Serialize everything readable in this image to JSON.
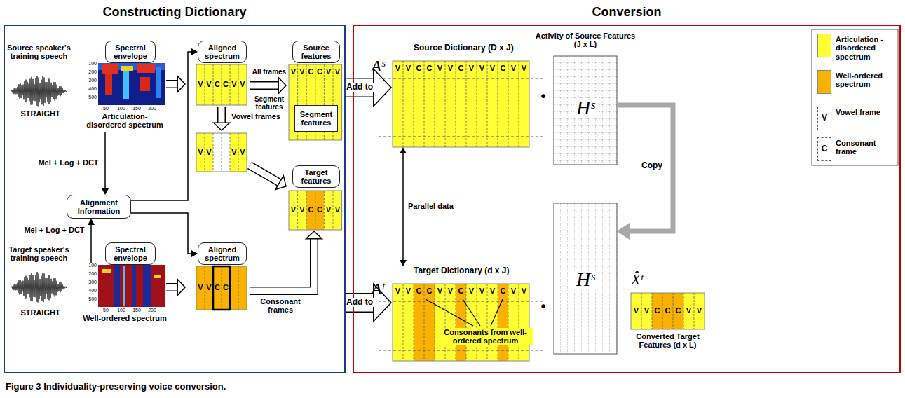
{
  "diagram": {
    "caption": "Figure 3 Individuality-preserving voice conversion.",
    "nodes": [
      {
        "text": [
          "Constructing Dictionary"
        ]
      },
      {
        "text": [
          "Spectral envelope"
        ],
        "in": 0
      },
      {
        "text": [
          "Articulation-disordered spectrum"
        ],
        "in": 0
      },
      {
        "text": [
          "Aligned spectrum"
        ],
        "in": 0
      },
      {
        "text": [
          "Source features"
        ],
        "in": 0
      },
      {
        "text": [
          "Segment features"
        ],
        "in": 0
      },
      {
        "text": [
          "Alignment Information"
        ],
        "in": 0
      },
      {
        "text": [
          "Spectral envelope"
        ],
        "in": 0
      },
      {
        "text": [
          "Well-ordered spectrum"
        ],
        "in": 0
      },
      {
        "text": [
          "Aligned spectrum"
        ],
        "in": 0
      },
      {
        "text": [
          "Target features"
        ],
        "in": 0
      },
      {
        "text": [
          "Conversion"
        ]
      },
      {
        "text": [
          "Aˢ",
          "Source Dictionary (D x J)"
        ],
        "in": 11
      },
      {
        "text": [
          "Activity of Source Features (J x L)",
          "Hˢ"
        ],
        "in": 11
      },
      {
        "text": [
          "Aᵗ",
          "Target Dictionary (d x J)"
        ],
        "in": 11
      },
      {
        "text": [
          "Hˢ"
        ],
        "in": 11
      },
      {
        "text": [
          "X̂ᵗ",
          "Converted Target Features (d x L)"
        ],
        "in": 11
      }
    ],
    "edges": [
      {
        "from": 2,
        "to": 6,
        "label": "Mel + Log + DCT",
        "arrow": "to"
      },
      {
        "from": 8,
        "to": 6,
        "label": "Mel + Log + DCT",
        "arrow": "to"
      },
      {
        "from": 6,
        "to": 3,
        "arrow": "to"
      },
      {
        "from": 6,
        "to": 9,
        "arrow": "to"
      },
      {
        "from": 12,
        "to": 14,
        "label": "Parallel data",
        "arrow": "both"
      },
      {
        "from": 13,
        "to": 15,
        "label": "Copy",
        "arrow": "to"
      }
    ],
    "labels": [
      "Source speaker's training speech",
      "STRAIGHT",
      "Target speaker's training speech",
      "STRAIGHT",
      "All frames",
      "Segment features",
      "Vowel frames",
      "Consonant frames",
      "Add to",
      "Add to",
      "Consonants from well-ordered spectrum",
      "•",
      "•",
      "100",
      "200",
      "300",
      "400",
      "500",
      "50",
      "100",
      "150",
      "200",
      "100",
      "200",
      "300",
      "400",
      "500",
      "50",
      "100",
      "150",
      "200",
      "V",
      "V",
      "C",
      "C",
      "V",
      "V",
      "V",
      "V",
      "C",
      "C",
      "V",
      "V",
      "V",
      "V",
      "V",
      "V",
      "V",
      "V",
      "C",
      "C",
      "V",
      "V",
      "C",
      "C",
      "V",
      "V",
      "V",
      "V",
      "C",
      "C",
      "V",
      "V",
      "C",
      "V",
      "V",
      "V",
      "C",
      "V",
      "V",
      "V",
      "V",
      "C",
      "C",
      "V",
      "V",
      "C",
      "V",
      "V",
      "V",
      "C",
      "V",
      "V",
      "V",
      "V",
      "C",
      "C",
      "C",
      "V",
      "V",
      "V",
      "C"
    ],
    "legend": [
      {
        "text": "Articulation - disordered spectrum",
        "color": "#ffff33"
      },
      {
        "text": "Well-ordered spectrum",
        "color": "#f9b200"
      },
      {
        "text": "Vowel frame"
      },
      {
        "text": "Consonant frame"
      }
    ]
  }
}
